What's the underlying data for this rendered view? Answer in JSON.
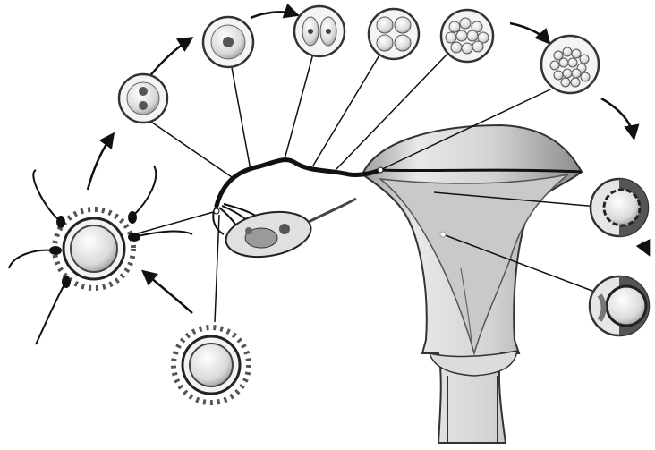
{
  "diagram": {
    "subject": "",
    "colors": {
      "ink": "#111111",
      "shade": "#bdbdbd",
      "light": "#ececec",
      "cell": "#d6d6d6",
      "background": "#ffffff"
    },
    "stages": [
      {
        "id": "ovulated-oocyte",
        "icon": "oocyte-with-corona-icon"
      },
      {
        "id": "fertilization",
        "icon": "sperm-surrounded-oocyte-icon"
      },
      {
        "id": "pronuclei",
        "icon": "pronuclei-icon"
      },
      {
        "id": "zygote",
        "icon": "zygote-icon"
      },
      {
        "id": "two-cell",
        "icon": "two-cell-icon"
      },
      {
        "id": "four-cell",
        "icon": "four-cell-icon"
      },
      {
        "id": "morula",
        "icon": "morula-icon"
      },
      {
        "id": "blastocyst",
        "icon": "blastocyst-icon"
      },
      {
        "id": "implanting-blastocyst-1",
        "icon": "implantation-icon"
      },
      {
        "id": "implanting-blastocyst-2",
        "icon": "implantation-icon"
      }
    ]
  }
}
